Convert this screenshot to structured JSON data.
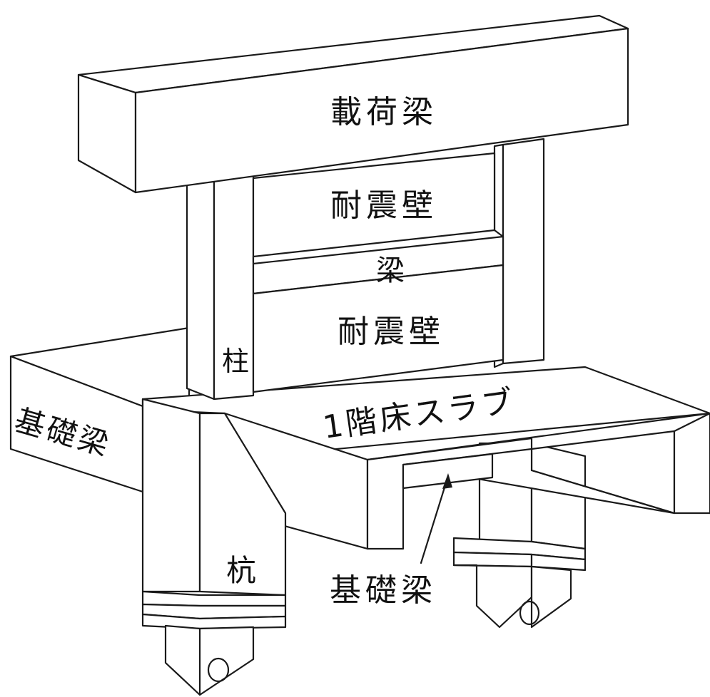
{
  "labels": {
    "loading_beam": "載荷梁",
    "shear_wall_upper": "耐震壁",
    "beam": "梁",
    "shear_wall_lower": "耐震壁",
    "column": "柱",
    "foundation_beam_left": "基礎梁",
    "first_floor_slab": "1階床スラブ",
    "pile": "杭",
    "foundation_beam_bottom": "基礎梁"
  },
  "colors": {
    "line": "#1a1a1a",
    "fill": "#ffffff"
  }
}
